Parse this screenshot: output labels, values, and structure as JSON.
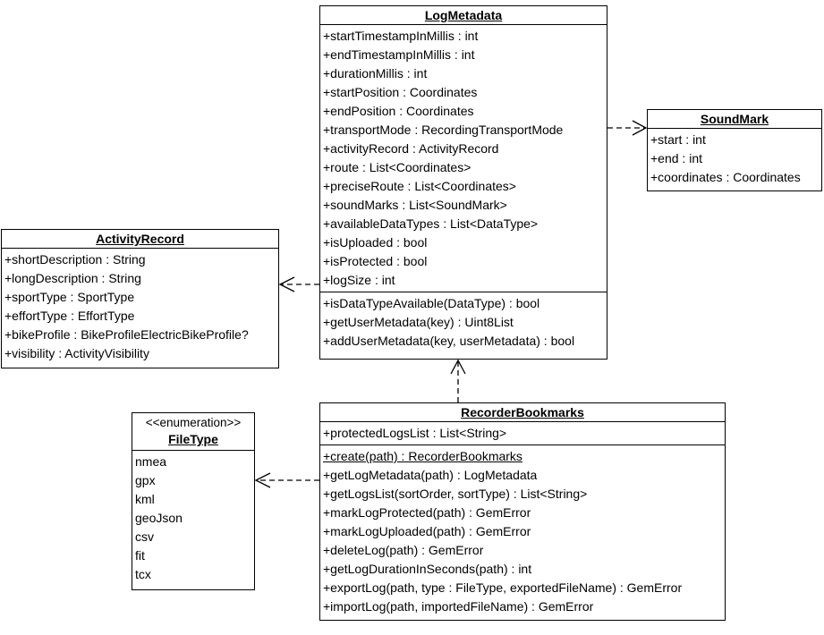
{
  "classes": {
    "log_metadata": {
      "name": "LogMetadata",
      "attributes": [
        "+startTimestampInMillis : int",
        "+endTimestampInMillis : int",
        "+durationMillis : int",
        "+startPosition : Coordinates",
        "+endPosition : Coordinates",
        "+transportMode : RecordingTransportMode",
        "+activityRecord : ActivityRecord",
        "+route : List<Coordinates>",
        "+preciseRoute : List<Coordinates>",
        "+soundMarks : List<SoundMark>",
        "+availableDataTypes : List<DataType>",
        "+isUploaded : bool",
        "+isProtected : bool",
        "+logSize : int"
      ],
      "operations": [
        "+isDataTypeAvailable(DataType) : bool",
        "+getUserMetadata(key) : Uint8List",
        "+addUserMetadata(key, userMetadata) : bool"
      ]
    },
    "sound_mark": {
      "name": "SoundMark",
      "attributes": [
        "+start : int",
        "+end : int",
        "+coordinates : Coordinates"
      ]
    },
    "activity_record": {
      "name": "ActivityRecord",
      "attributes": [
        "+shortDescription : String",
        "+longDescription : String",
        "+sportType : SportType",
        "+effortType : EffortType",
        "+bikeProfile : BikeProfileElectricBikeProfile?",
        "+visibility : ActivityVisibility"
      ]
    },
    "file_type": {
      "stereotype": "<<enumeration>>",
      "name": "FileType",
      "literals": [
        "nmea",
        "gpx",
        "kml",
        "geoJson",
        "csv",
        "fit",
        "tcx"
      ]
    },
    "recorder_bookmarks": {
      "name": "RecorderBookmarks",
      "attributes": [
        "+protectedLogsList : List<String>"
      ],
      "static_operations": [
        "+create(path) : RecorderBookmarks"
      ],
      "operations": [
        "+getLogMetadata(path) : LogMetadata",
        "+getLogsList(sortOrder, sortType) : List<String>",
        "+markLogProtected(path) : GemError",
        "+markLogUploaded(path) : GemError",
        "+deleteLog(path) : GemError",
        "+getLogDurationInSeconds(path) : int",
        "+exportLog(path, type : FileType, exportedFileName) : GemError",
        "+importLog(path, importedFileName) : GemError"
      ]
    }
  },
  "dependencies": [
    {
      "from": "LogMetadata",
      "to": "SoundMark",
      "style": "dashed-open-arrow"
    },
    {
      "from": "LogMetadata",
      "to": "ActivityRecord",
      "style": "dashed-open-arrow"
    },
    {
      "from": "RecorderBookmarks",
      "to": "LogMetadata",
      "style": "dashed-open-arrow"
    },
    {
      "from": "RecorderBookmarks",
      "to": "FileType",
      "style": "dashed-open-arrow"
    }
  ]
}
